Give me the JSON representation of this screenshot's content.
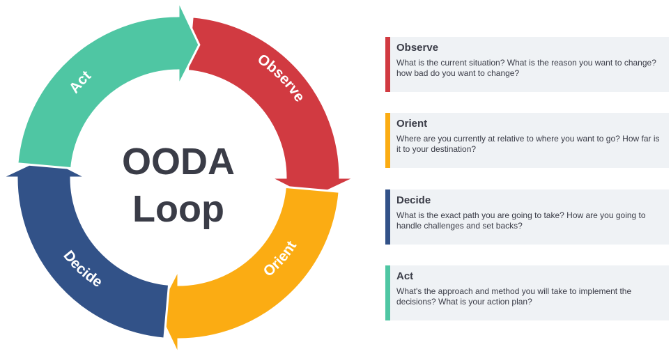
{
  "diagram": {
    "title_line1": "OODA",
    "title_line2": "Loop",
    "segments": [
      {
        "label": "Observe",
        "color": "#d13a41"
      },
      {
        "label": "Orient",
        "color": "#fbac13"
      },
      {
        "label": "Decide",
        "color": "#325288"
      },
      {
        "label": "Act",
        "color": "#4fc6a3"
      }
    ]
  },
  "cards": [
    {
      "title": "Observe",
      "color": "#d13a41",
      "desc": "What is the current situation? What is the reason you want to change? how bad do you want to change?"
    },
    {
      "title": "Orient",
      "color": "#fbac13",
      "desc": "Where are you currently at relative to where you want to go? How far is it to your destination?"
    },
    {
      "title": "Decide",
      "color": "#325288",
      "desc": "What is the exact path you are going to take? How are you going to handle challenges and set backs?"
    },
    {
      "title": "Act",
      "color": "#4fc6a3",
      "desc": "What's the approach and method you will take to implement the decisions? What is your action plan?"
    }
  ]
}
